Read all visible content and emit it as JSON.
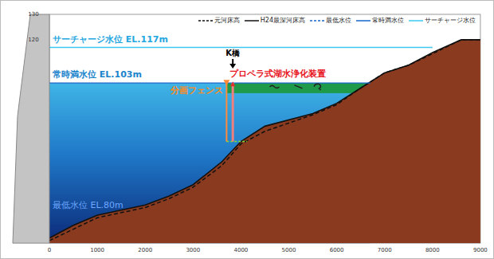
{
  "diagram": {
    "labels": [
      "130",
      "120",
      "サーチャージ水位 EL.117m",
      "K橋",
      "常時満水位 EL.103m",
      "プロペラ式湖水浄化装置",
      "分画フェンス",
      "最低水位 EL.80m",
      "0",
      "1000",
      "2000",
      "3000",
      "4000",
      "5000",
      "6000",
      "7000",
      "8000",
      "9000"
    ],
    "legend": [
      {
        "text": "元河床高"
      },
      {
        "text": "H24最深河床高"
      },
      {
        "text": "最低水位"
      },
      {
        "text": "常時満水位"
      },
      {
        "text": "サーチャージ水位"
      }
    ]
  }
}
